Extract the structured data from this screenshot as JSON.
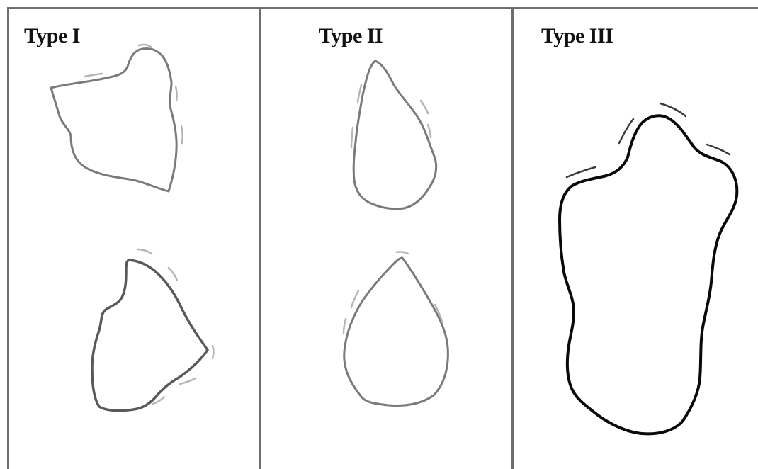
{
  "panels": [
    {
      "label": "Type I"
    },
    {
      "label": "Type II"
    },
    {
      "label": "Type III"
    }
  ]
}
